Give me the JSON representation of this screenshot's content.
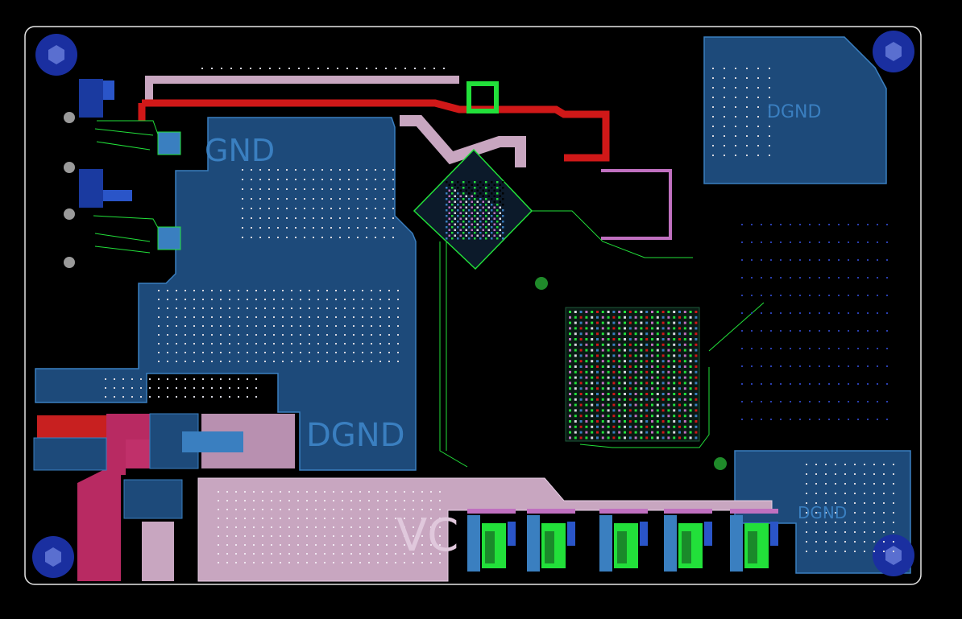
{
  "labels": {
    "dgnd_top_right": "DGND",
    "gnd_main": "GND",
    "dgnd_center": "DGND",
    "dgnd_bottom_right": "DGND",
    "vcc_bottom": "VC"
  },
  "colors": {
    "background": "#000000",
    "outline": "#e6e6e6",
    "pour_blue": "#1d4a7a",
    "pour_blue_edge": "#3a7fc0",
    "pour_pink": "#c8a6c0",
    "pour_magenta": "#c0306a",
    "pour_red": "#d01818",
    "trace_green": "#22e03a",
    "mount_hole": "#1a2fa0",
    "mount_hole_inner": "#5a6fd0",
    "pad_white": "#d8d8e0"
  }
}
